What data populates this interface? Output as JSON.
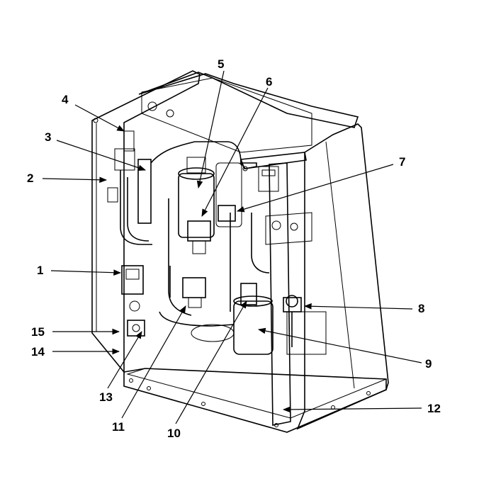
{
  "callouts": [
    {
      "id": "1",
      "label": "1"
    },
    {
      "id": "2",
      "label": "2"
    },
    {
      "id": "3",
      "label": "3"
    },
    {
      "id": "4",
      "label": "4"
    },
    {
      "id": "5",
      "label": "5"
    },
    {
      "id": "6",
      "label": "6"
    },
    {
      "id": "7",
      "label": "7"
    },
    {
      "id": "8",
      "label": "8"
    },
    {
      "id": "9",
      "label": "9"
    },
    {
      "id": "10",
      "label": "10"
    },
    {
      "id": "11",
      "label": "11"
    },
    {
      "id": "12",
      "label": "12"
    },
    {
      "id": "13",
      "label": "13"
    },
    {
      "id": "14",
      "label": "14"
    },
    {
      "id": "15",
      "label": "15"
    }
  ],
  "colors": {
    "line": "#000000",
    "background": "#ffffff",
    "fill_light": "#f4f4f4",
    "fill_mid": "#d9d9d9"
  }
}
